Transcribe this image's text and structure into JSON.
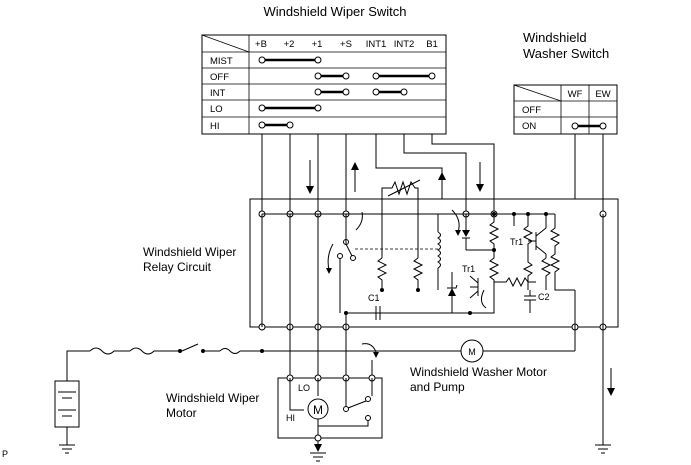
{
  "wiper_switch": {
    "title": "Windshield Wiper Switch",
    "columns": [
      "+B",
      "+2",
      "+1",
      "+S",
      "INT1",
      "INT2",
      "B1"
    ],
    "rows": [
      "MIST",
      "OFF",
      "INT",
      "LO",
      "HI"
    ]
  },
  "washer_switch": {
    "title_line1": "Windshield",
    "title_line2": "Washer Switch",
    "columns": [
      "WF",
      "EW"
    ],
    "rows": [
      "OFF",
      "ON"
    ]
  },
  "relay": {
    "title_line1": "Windshield Wiper",
    "title_line2": "Relay Circuit",
    "c1": "C1",
    "c2": "C2",
    "tr1_a": "Tr1",
    "tr1_b": "Tr1"
  },
  "wiper_motor": {
    "title_line1": "Windshield Wiper",
    "title_line2": "Motor",
    "lo": "LO",
    "hi": "HI",
    "m": "M"
  },
  "washer_motor": {
    "title_line1": "Windshield Washer Motor",
    "title_line2": "and Pump",
    "m": "M"
  },
  "corner_mark": "P"
}
